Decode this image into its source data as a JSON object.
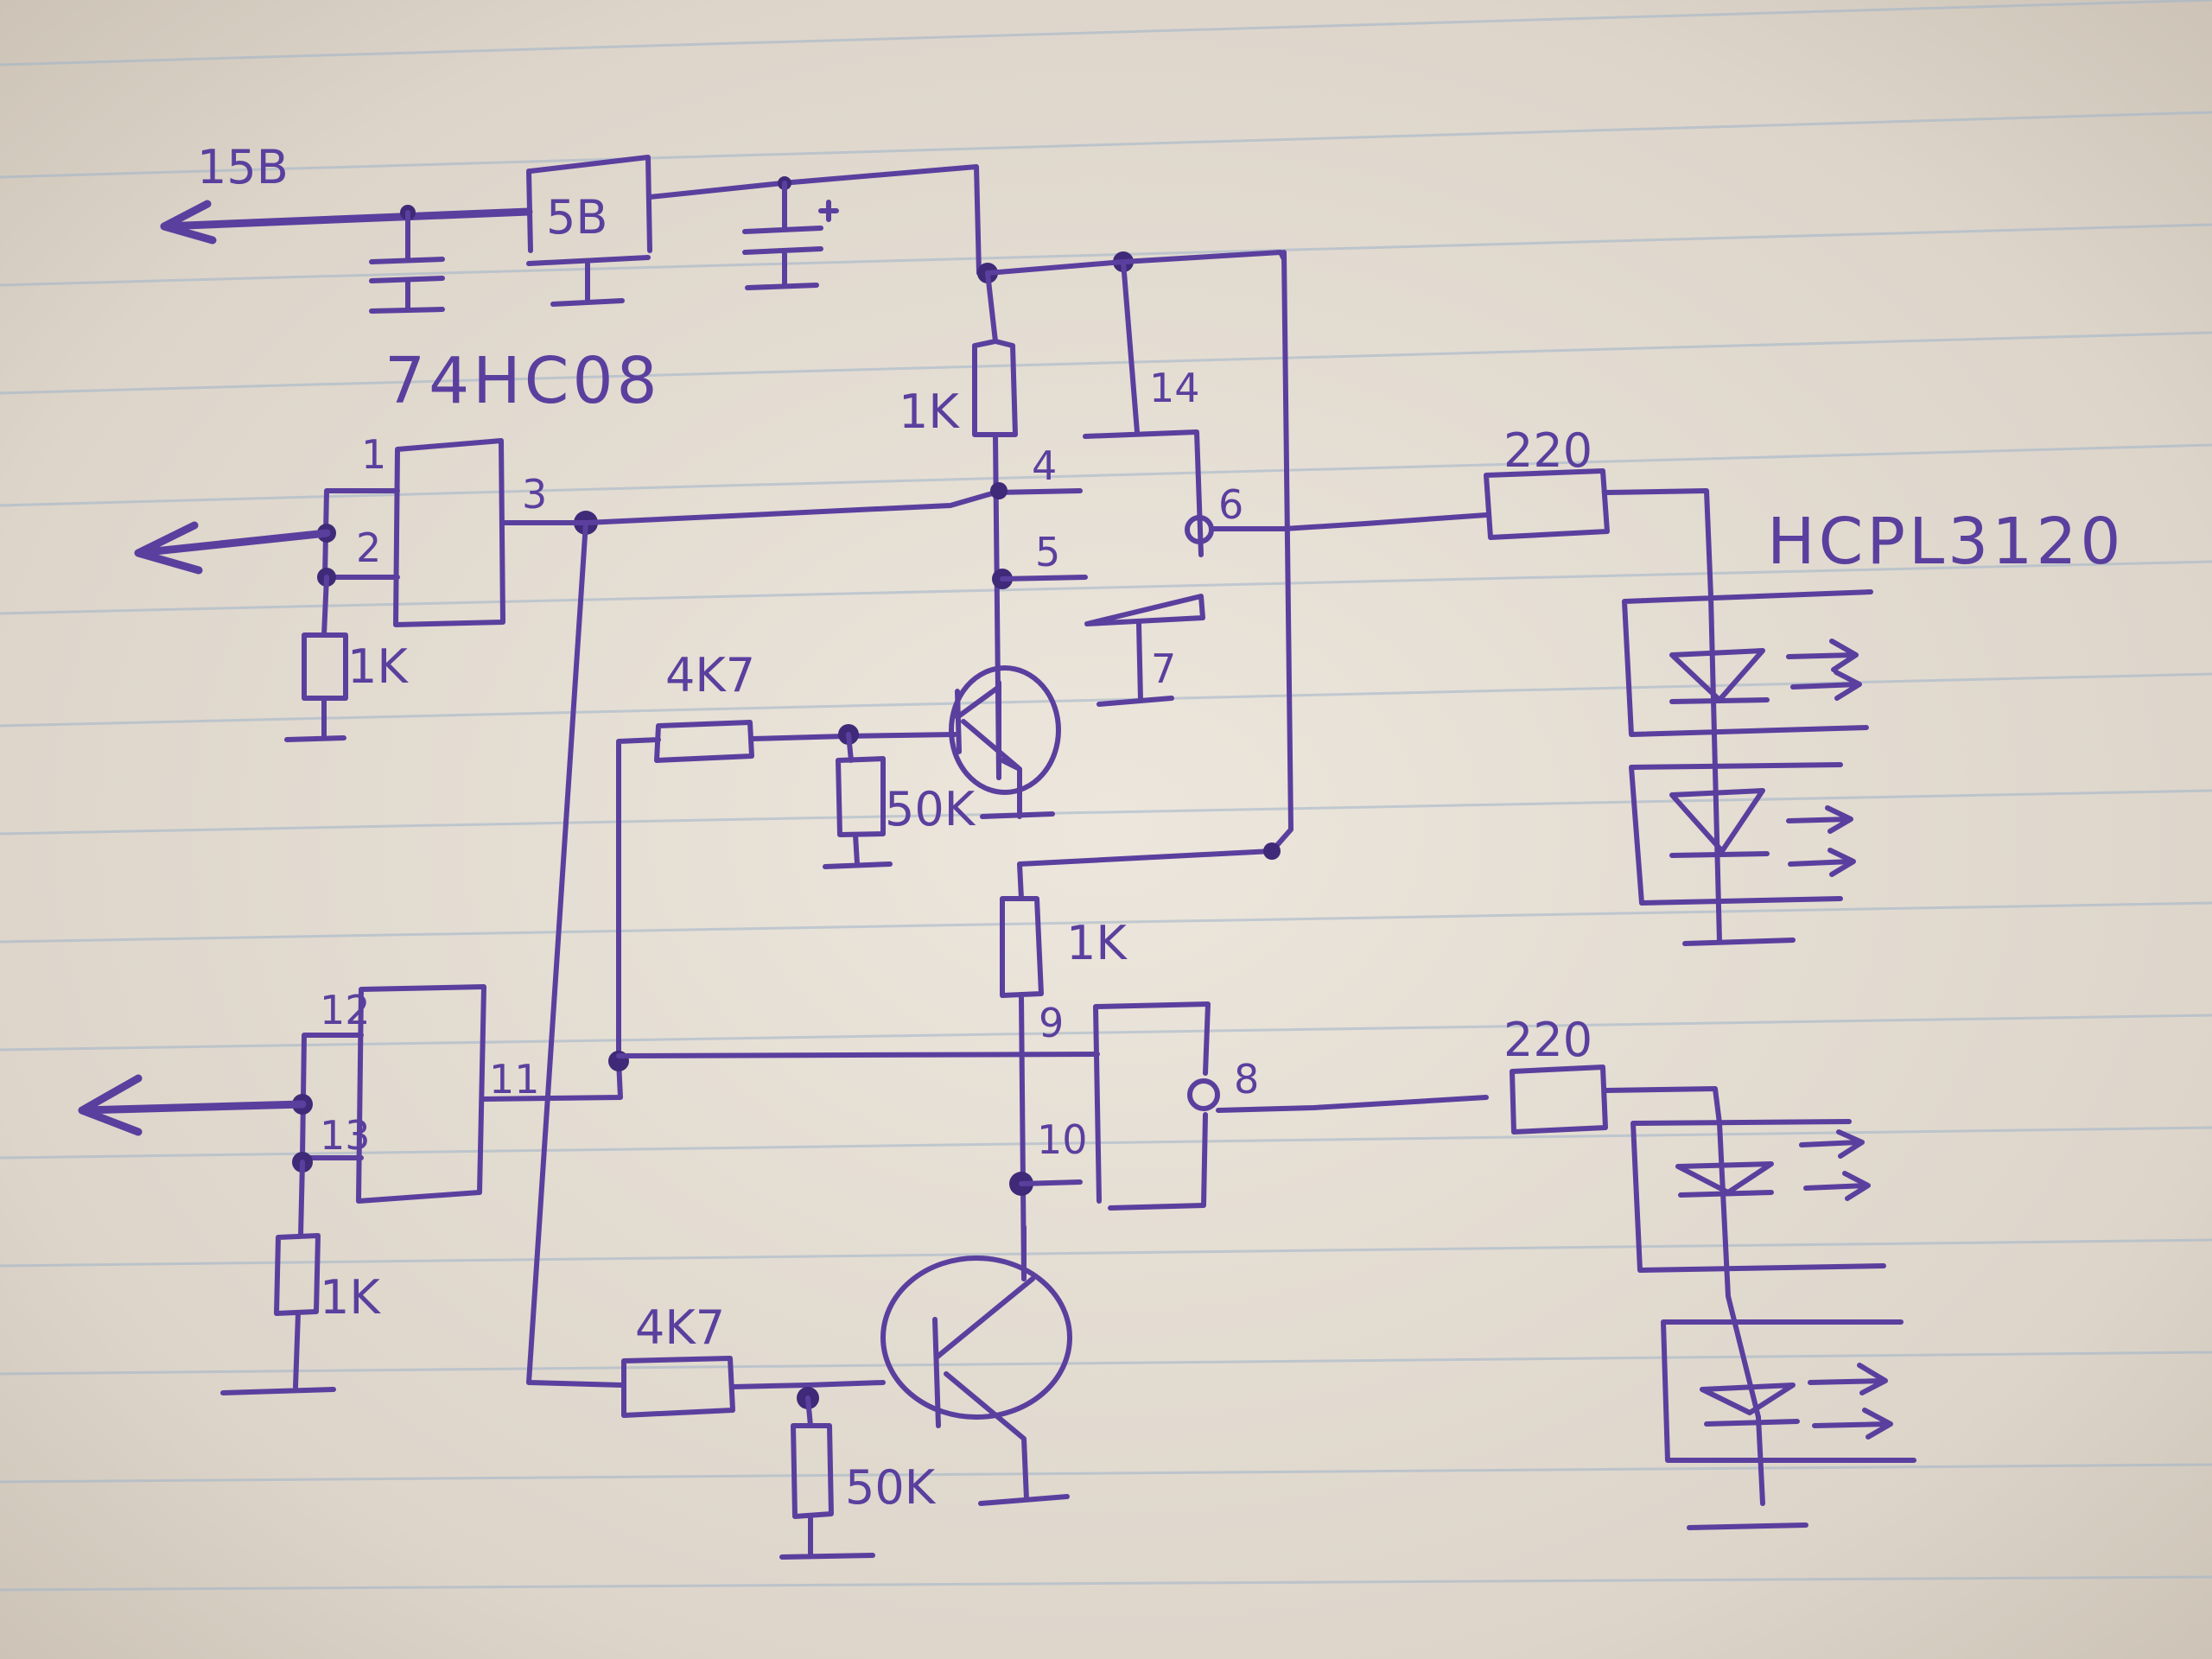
{
  "diagram": {
    "kind": "hand-drawn circuit schematic on lined notebook paper",
    "colors": {
      "paper": "#d9d1c6",
      "ink": "#5b3f9e",
      "ruled_lines": "#9fb3c9"
    },
    "power": {
      "input_label": "15B",
      "regulator_label": "5B"
    },
    "gate_ic": {
      "part": "74HC08",
      "gate_a_pins": {
        "in1": "1",
        "in2": "2",
        "out": "3"
      },
      "gate_b_pins": {
        "in1": "12",
        "in2": "13",
        "out": "11"
      },
      "nand_a_pins": {
        "in1": "4",
        "in2": "5",
        "out": "6",
        "vcc": "14",
        "gnd": "7"
      },
      "nand_b_pins": {
        "in1": "9",
        "in2": "10",
        "out": "8"
      }
    },
    "resistors": {
      "pulldown_a": "1K",
      "pulldown_b": "1K",
      "pullup_a": "1K",
      "pullup_b": "1K",
      "base_a": "4K7",
      "base_b": "4K7",
      "base_pd_a": "50K",
      "base_pd_b": "50K",
      "led_a": "220",
      "led_b": "220"
    },
    "optocoupler": {
      "part": "HCPL3120"
    }
  }
}
